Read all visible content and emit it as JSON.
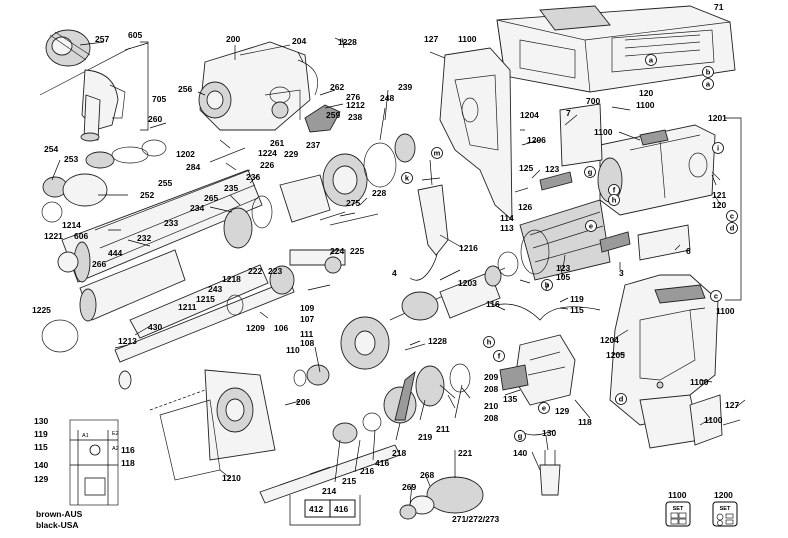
{
  "diagram": {
    "part_numbers": {
      "p71": "71",
      "p127a": "127",
      "p1100a": "1100",
      "p257": "257",
      "p605": "605",
      "p200": "200",
      "p204": "204",
      "p1228a": "1228",
      "p262": "262",
      "p276": "276",
      "p700": "700",
      "p705": "705",
      "p256": "256",
      "p239": "239",
      "p1212": "1212",
      "p248": "248",
      "p259": "259",
      "p238": "238",
      "p260": "260",
      "p261": "261",
      "p237": "237",
      "p1202": "1202",
      "p1224": "1224",
      "p229": "229",
      "p284": "284",
      "p226": "226",
      "p254": "254",
      "p253": "253",
      "p255": "255",
      "p252": "252",
      "p236": "236",
      "p235": "235",
      "p265": "265",
      "p234": "234",
      "p275": "275",
      "p228": "228",
      "p233": "233",
      "p1214": "1214",
      "p1221": "1221",
      "p606": "606",
      "p232": "232",
      "p444": "444",
      "p266": "266",
      "p224": "224",
      "p225": "225",
      "p222": "222",
      "p223": "223",
      "p1218": "1218",
      "p243": "243",
      "p1215": "1215",
      "p1211": "1211",
      "p1209": "1209",
      "p106": "106",
      "p1225": "1225",
      "p430": "430",
      "p1213": "1213",
      "p109": "109",
      "p107": "107",
      "p111": "111",
      "p108": "108",
      "p110": "110",
      "p1228b": "1228",
      "p206": "206",
      "p1210": "1210",
      "p214": "214",
      "p215": "215",
      "p216": "216",
      "p218": "218",
      "p416a": "416",
      "p219": "219",
      "p211": "211",
      "p209": "209",
      "p208a": "208",
      "p210": "210",
      "p208b": "208",
      "p412": "412",
      "p416b": "416",
      "p221": "221",
      "p268": "268",
      "p269": "269",
      "p271": "271/272/273",
      "p7": "7",
      "p1204a": "1204",
      "p1206": "1206",
      "p1100b": "1100",
      "p120a": "120",
      "p1100c": "1100",
      "p1201": "1201",
      "p125": "125",
      "p123a": "123",
      "p121": "121",
      "p120b": "120",
      "p126": "126",
      "p114": "114",
      "p113": "113",
      "p1216": "1216",
      "p4": "4",
      "p1203": "1203",
      "p123b": "123",
      "p105": "105",
      "p3": "3",
      "p6": "6",
      "p119a": "119",
      "p115a": "115",
      "p116a": "116",
      "p1100d": "1100",
      "p1204b": "1204",
      "p1205": "1205",
      "p135": "135",
      "p129a": "129",
      "p118a": "118",
      "p1100e": "1100",
      "p127b": "127",
      "p1100f": "1100",
      "p130a": "130",
      "p140a": "140",
      "p130b": "130",
      "p119b": "119",
      "p115b": "115",
      "p140b": "140",
      "p129b": "129",
      "p116b": "116",
      "p118b": "118",
      "set1100": "1100",
      "set1200": "1200"
    },
    "wire_letters": {
      "a1": "a",
      "b1": "b",
      "a2": "a",
      "i1": "i",
      "g1": "g",
      "f1": "f",
      "h1": "h",
      "e1": "e",
      "c1": "c",
      "d1": "d",
      "c2": "c",
      "k1": "k",
      "m1": "m",
      "b2": "b",
      "h2": "h",
      "f2": "f",
      "g2": "g",
      "d2": "d",
      "e2": "e"
    },
    "schematic_terminals": {
      "a1": "A1",
      "e2": "E2",
      "a2": "A2"
    },
    "wire_color_note": {
      "line1": "brown-AUS",
      "line2": "black-USA"
    },
    "set_badge_text": "SET",
    "icon_names": [
      "set-kit-icon",
      "set-service-icon"
    ]
  }
}
